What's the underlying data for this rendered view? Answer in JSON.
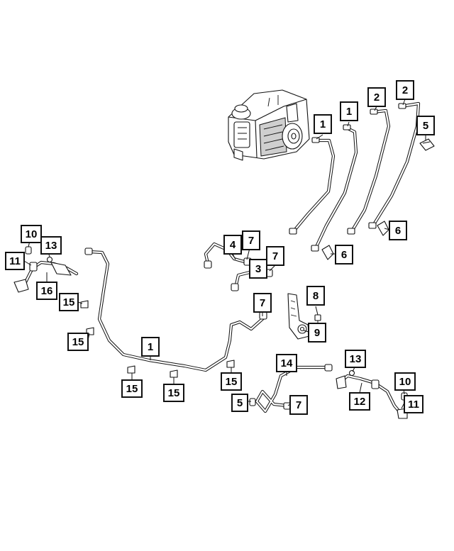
{
  "callouts": [
    {
      "id": "c1a",
      "label": "1"
    },
    {
      "id": "c1b",
      "label": "1"
    },
    {
      "id": "c1c",
      "label": "1"
    },
    {
      "id": "c2a",
      "label": "2"
    },
    {
      "id": "c2b",
      "label": "2"
    },
    {
      "id": "c3",
      "label": "3"
    },
    {
      "id": "c4",
      "label": "4"
    },
    {
      "id": "c5a",
      "label": "5"
    },
    {
      "id": "c5b",
      "label": "5"
    },
    {
      "id": "c6a",
      "label": "6"
    },
    {
      "id": "c6b",
      "label": "6"
    },
    {
      "id": "c7a",
      "label": "7"
    },
    {
      "id": "c7b",
      "label": "7"
    },
    {
      "id": "c7c",
      "label": "7"
    },
    {
      "id": "c7d",
      "label": "7"
    },
    {
      "id": "c8",
      "label": "8"
    },
    {
      "id": "c9",
      "label": "9"
    },
    {
      "id": "c10a",
      "label": "10"
    },
    {
      "id": "c10b",
      "label": "10"
    },
    {
      "id": "c11a",
      "label": "11"
    },
    {
      "id": "c11b",
      "label": "11"
    },
    {
      "id": "c12",
      "label": "12"
    },
    {
      "id": "c13a",
      "label": "13"
    },
    {
      "id": "c13b",
      "label": "13"
    },
    {
      "id": "c14",
      "label": "14"
    },
    {
      "id": "c15a",
      "label": "15"
    },
    {
      "id": "c15b",
      "label": "15"
    },
    {
      "id": "c15c",
      "label": "15"
    },
    {
      "id": "c15d",
      "label": "15"
    },
    {
      "id": "c15e",
      "label": "15"
    },
    {
      "id": "c16",
      "label": "16"
    }
  ]
}
